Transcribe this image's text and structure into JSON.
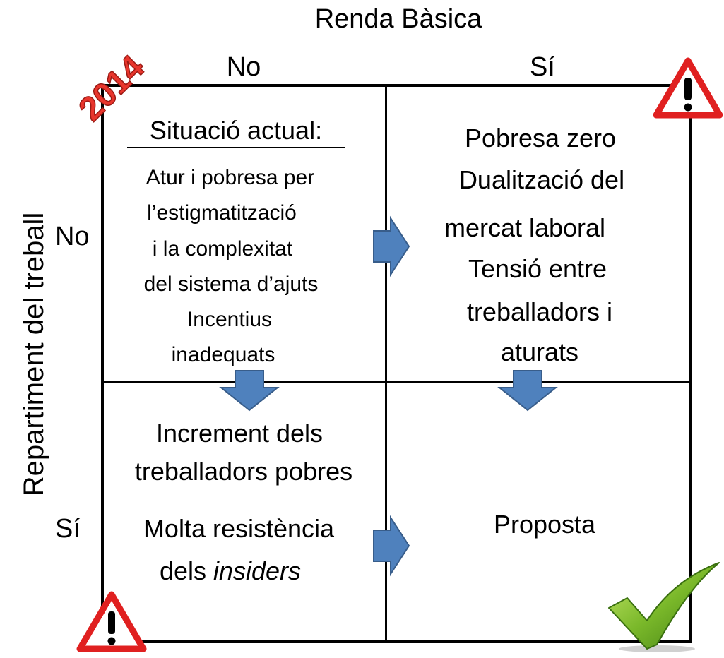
{
  "header": {
    "title": "Renda Bàsica",
    "col_no": "No",
    "col_si": "Sí"
  },
  "side": {
    "title": "Repartiment  del  treball",
    "row_no": "No",
    "row_si": "Sí"
  },
  "year_stamp": "2014",
  "cells": {
    "top_left": {
      "heading": "Situació actual:",
      "lines": [
        "Atur i pobresa per",
        "l’estigmatització",
        "i la complexitat",
        "del sistema d’ajuts",
        "Incentius",
        "inadequats"
      ]
    },
    "top_right": {
      "lines": [
        "Pobresa zero",
        "Dualització del",
        "mercat laboral",
        "Tensió entre",
        "treballadors i",
        "aturats"
      ]
    },
    "bottom_left": {
      "lines": [
        "Increment dels",
        "treballadors pobres",
        "Molta resistència"
      ],
      "last_prefix": "dels ",
      "last_italic": "insiders"
    },
    "bottom_right": {
      "label": "Proposta"
    }
  },
  "colors": {
    "arrow_fill": "#4f81bd",
    "arrow_stroke": "#385d8a",
    "warning_red": "#e02020",
    "check_green": "#7ab82a",
    "stamp_red": "#e8352c"
  },
  "icons": [
    "warning-icon",
    "check-icon",
    "arrow-right-icon",
    "arrow-down-icon"
  ]
}
